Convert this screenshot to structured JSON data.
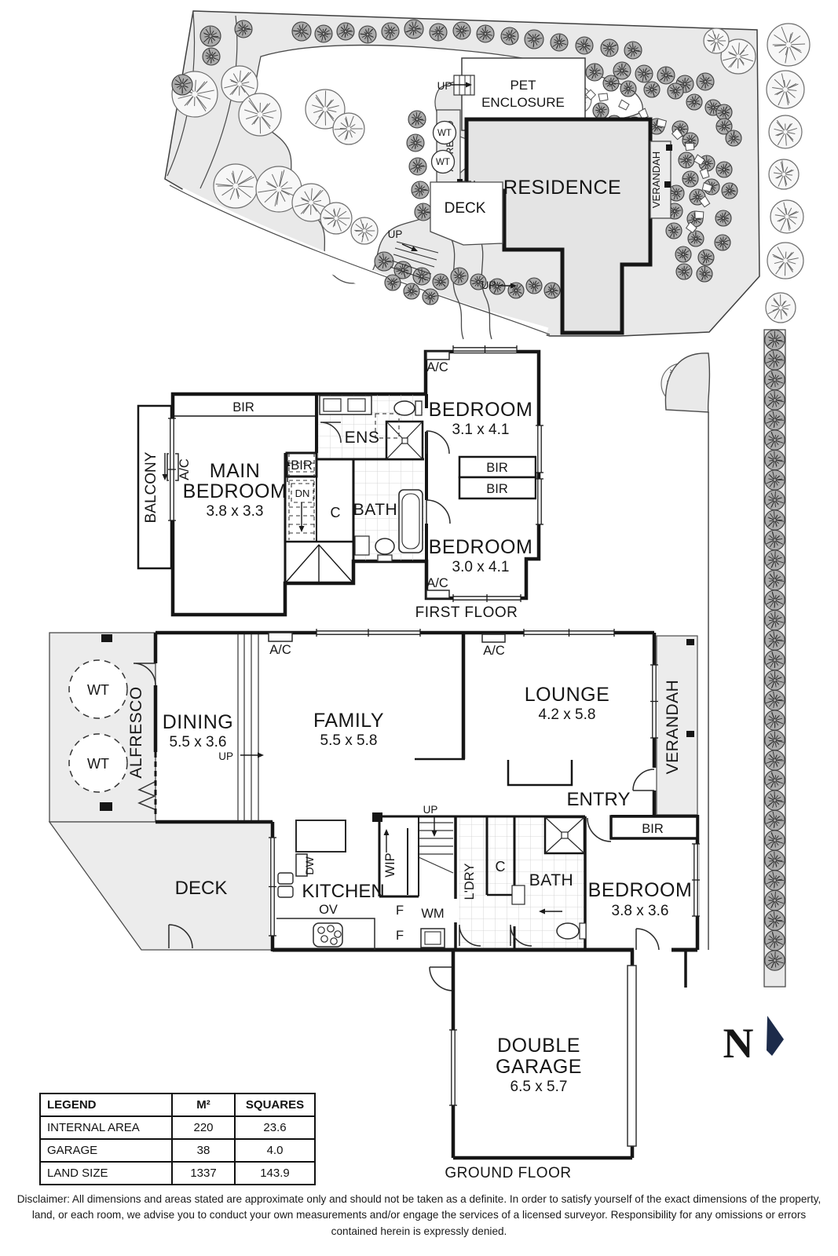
{
  "site_plan": {
    "pet_enclosure": [
      "PET",
      "ENCLOSURE"
    ],
    "residence": "RESIDENCE"
  },
  "common": {
    "bir": "BIR",
    "ac": "A/C",
    "wt": "WT",
    "up": "UP",
    "dn": "DN",
    "closet": "C",
    "bath": "BATH",
    "ens": "ENS",
    "deck": "DECK",
    "alfresco": "ALFRESCO",
    "verandah": "VERANDAH",
    "balcony": "BALCONY",
    "entry": "ENTRY",
    "kitchen": "KITCHEN",
    "wip": "WIP",
    "ldry": "L'DRY",
    "wm": "WM",
    "dw": "DW",
    "ov": "OV",
    "fridge": "F"
  },
  "first_floor": {
    "title": "FIRST FLOOR",
    "main_bedroom": {
      "name": [
        "MAIN",
        "BEDROOM"
      ],
      "dims": "3.8 x 3.3"
    },
    "bedroom_1": {
      "name": "BEDROOM",
      "dims": "3.1 x 4.1"
    },
    "bedroom_2": {
      "name": "BEDROOM",
      "dims": "3.0 x 4.1"
    }
  },
  "ground_floor": {
    "title": "GROUND FLOOR",
    "dining": {
      "name": "DINING",
      "dims": "5.5 x 3.6"
    },
    "family": {
      "name": "FAMILY",
      "dims": "5.5 x 5.8"
    },
    "lounge": {
      "name": "LOUNGE",
      "dims": "4.2 x 5.8"
    },
    "bedroom": {
      "name": "BEDROOM",
      "dims": "3.8 x 3.6"
    },
    "garage": {
      "name": [
        "DOUBLE",
        "GARAGE"
      ],
      "dims": "6.5 x 5.7"
    }
  },
  "compass": {
    "north": "N"
  },
  "legend": {
    "headers": [
      "LEGEND",
      "M²",
      "SQUARES"
    ],
    "rows": [
      {
        "label": "INTERNAL AREA",
        "m2": "220",
        "squares": "23.6"
      },
      {
        "label": "GARAGE",
        "m2": "38",
        "squares": "4.0"
      },
      {
        "label": "LAND SIZE",
        "m2": "1337",
        "squares": "143.9"
      }
    ]
  },
  "colors": {
    "walls": "#161616",
    "site_fill": "#e9e9e9",
    "outdoor_fill": "#ececec",
    "compass": "#1c2b4a"
  },
  "disclaimer": "Disclaimer: All dimensions and areas stated are approximate only and should not be taken as a definite. In order to satisfy yourself of the exact dimensions of the property, land, or each room, we advise you to conduct your own measurements and/or engage the services of a licensed surveyor. Responsibility for any omissions or errors contained herein is expressly denied."
}
